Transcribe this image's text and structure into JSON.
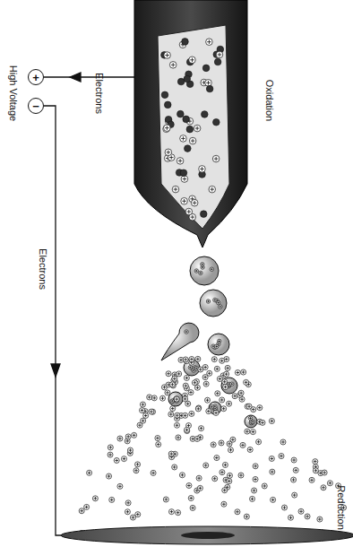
{
  "diagram": {
    "nodes": [
      {
        "text": [
          "+"
        ]
      },
      {
        "text": [
          "−"
        ]
      }
    ],
    "labels": [
      "High Voltage",
      "Electrons",
      "Oxidation",
      "Electrons",
      "Reduction"
    ]
  }
}
